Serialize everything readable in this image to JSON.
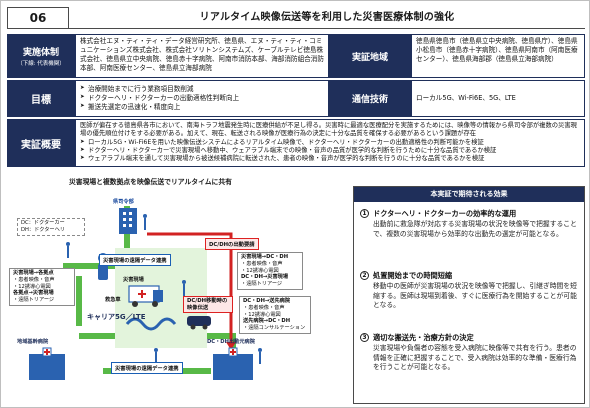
{
  "header": {
    "number": "06",
    "title": "リアルタイム映像伝送等を利用した災害医療体制の強化"
  },
  "table": {
    "implementer_label": "実施体制",
    "implementer_sublabel": "（下線: 代表機関）",
    "implementer_text": "株式会社エヌ・ティ・ティ・データ経営研究所、徳島県、エヌ・ティ・ティ・コミュニケーションズ株式会社、株式会社ソリトンシステムズ、ケーブルテレビ徳島株式会社、徳島県立中央病院、徳島赤十字病院、阿南市消防本部、海部消防組合消防本部、阿南医療センター、徳島県立海部病院",
    "region_label": "実証地域",
    "region_text": "徳島県徳島市（徳島県立中央病院、徳島県庁）、徳島県小松島市（徳島赤十字病院）、徳島県阿南市（阿南医療センター）、徳島県海部郡（徳島県立海部病院）",
    "goal_label": "目標",
    "goals": [
      "治療開始までに行う業務項目数削減",
      "ドクターヘリ・ドクターカーの出動適格性判断向上",
      "搬送先選定の迅速化・精度向上"
    ],
    "tech_label": "通信技術",
    "tech_text": "ローカル5G、Wi-Fi6E、5G、LTE",
    "summary_label": "実証概要",
    "summary_lead": "医師が偏在する徳島県各市において、南海トラフ地震発生時に医療供給が不足し得る。災害時に最適な医療配分を実施するためには、映像等の情報から県司令部が複数の災害現場の優先順位付けをする必要がある。加えて、現在、転送される映像が医療行為の決定に十分な品質を確保する必要があるという課題が存在",
    "summary_points": [
      "ローカル5G・Wi-Fi6Eを用いた映像伝送システムによるリアルタイム映像で、ドクターヘリ・ドクターカーの出動適格性の判断可能かを検証",
      "ドクターヘリ・ドクターカーで災害現場へ移動中、ウェアラブル端末での映像・音声の品質が医学的な判断を行うために十分な品質であるか検証",
      "ウェアラブル端末を通して災害現場から被送候補病院に転送された、患者の映像・音声が医学的な判断を行うのに十分な品質であるかを検証"
    ]
  },
  "diagram": {
    "title": "災害現場と複数拠点を映像伝送でリアルタイムに共有",
    "hq_label": "県司令部",
    "legend_lines": [
      "DC：ドクターカー",
      "DH：ドクターヘリ"
    ],
    "hq_band": "災害現場の遠隔データ連携",
    "dc_dh_band": "DC/DHの出動要請",
    "scene_box_title": "災害現場→各拠点",
    "scene_box_lines": [
      "・患者映像・音声",
      "・12誘導心電図"
    ],
    "scene_box_title2": "各拠点→災害現場",
    "scene_box_lines2": [
      "・遠隔トリアージ"
    ],
    "scene_label": "災害現場",
    "ambulance_label": "救急車",
    "carrier_label": "キャリア5G／LTE",
    "dcdh_box_title": "災害現場→DC・DH",
    "dcdh_box_lines": [
      "・患者映像・音声",
      "・12誘導心電図"
    ],
    "dcdh_box_title2": "DC・DH→災害現場",
    "dcdh_box_lines2": [
      "・遠隔トリアージ"
    ],
    "moving_band": "DC/DH移動時の映像伝送",
    "hosp_box_title": "DC・DH→送先病院",
    "hosp_box_lines": [
      "・患者映像・音声",
      "・12誘導心電図"
    ],
    "hosp_box_title2": "送先病院→DC・DH",
    "hosp_box_lines2": [
      "・遠隔コンサルテーション"
    ],
    "regional_label": "地域基幹病院",
    "bottom_band": "災害現場の遠隔データ連携",
    "dcdh_hospital_label": "DC・DH出動元病院"
  },
  "effects": {
    "header": "本実証で期待される効果",
    "items": [
      {
        "num": "1",
        "title": "ドクターヘリ・ドクターカーの効率的な運用",
        "body": "出動前に救急隊が対応する災害現場の状況を映像等で把握することで、複数の災害現場から効率的な出動先の選定が可能となる。"
      },
      {
        "num": "2",
        "title": "処置開始までの時間短縮",
        "body": "移動中の医師が災害現場の状況を映像等で把握し、引継ぎ時間を短縮する。医師は現場到着後、すぐに医療行為を開始することが可能となる。"
      },
      {
        "num": "3",
        "title": "適切な搬送先・治療方針の決定",
        "body": "災害現場や負傷者の容態を受入病院に映像等で共有を行う。患者の情報を正確に把握することで、受入病院は効率的な準備・医療行為を行うことが可能となる。"
      }
    ]
  },
  "colors": {
    "label_bg": "#1f2f5a",
    "accent_blue": "#1a5fb4",
    "accent_red": "#d22222",
    "green": "#58b947"
  }
}
